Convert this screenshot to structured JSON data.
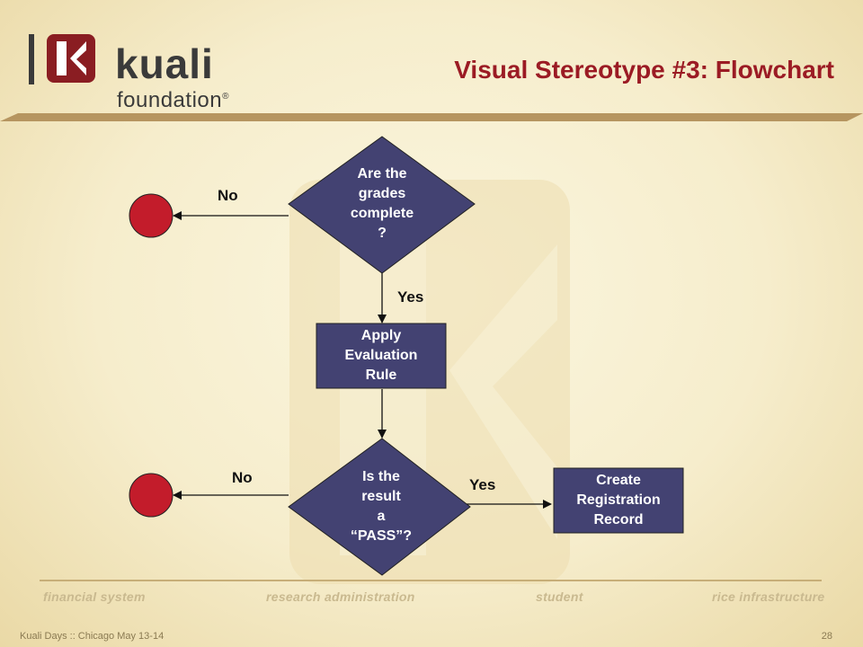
{
  "logo": {
    "word": "kuali",
    "sub": "foundation",
    "mark": "®"
  },
  "slide": {
    "title": "Visual Stereotype #3: Flowchart"
  },
  "flowchart": {
    "decision1": {
      "lines": [
        "Are the",
        "grades",
        "complete",
        "?"
      ]
    },
    "process1": {
      "lines": [
        "Apply",
        "Evaluation",
        "Rule"
      ]
    },
    "decision2": {
      "lines": [
        "Is the",
        "result",
        "a",
        "“PASS”?"
      ]
    },
    "process2": {
      "lines": [
        "Create",
        "Registration",
        "Record"
      ]
    },
    "labels": {
      "no_top": "No",
      "yes_top": "Yes",
      "no_bottom": "No",
      "yes_bottom": "Yes"
    },
    "colors": {
      "node_fill": "#434272",
      "terminal_fill": "#c31c2b",
      "arrow": "#111111"
    }
  },
  "footer": {
    "nav": [
      "financial system",
      "research administration",
      "student",
      "rice infrastructure"
    ],
    "left": "Kuali Days :: Chicago May 13-14",
    "page": "28"
  }
}
